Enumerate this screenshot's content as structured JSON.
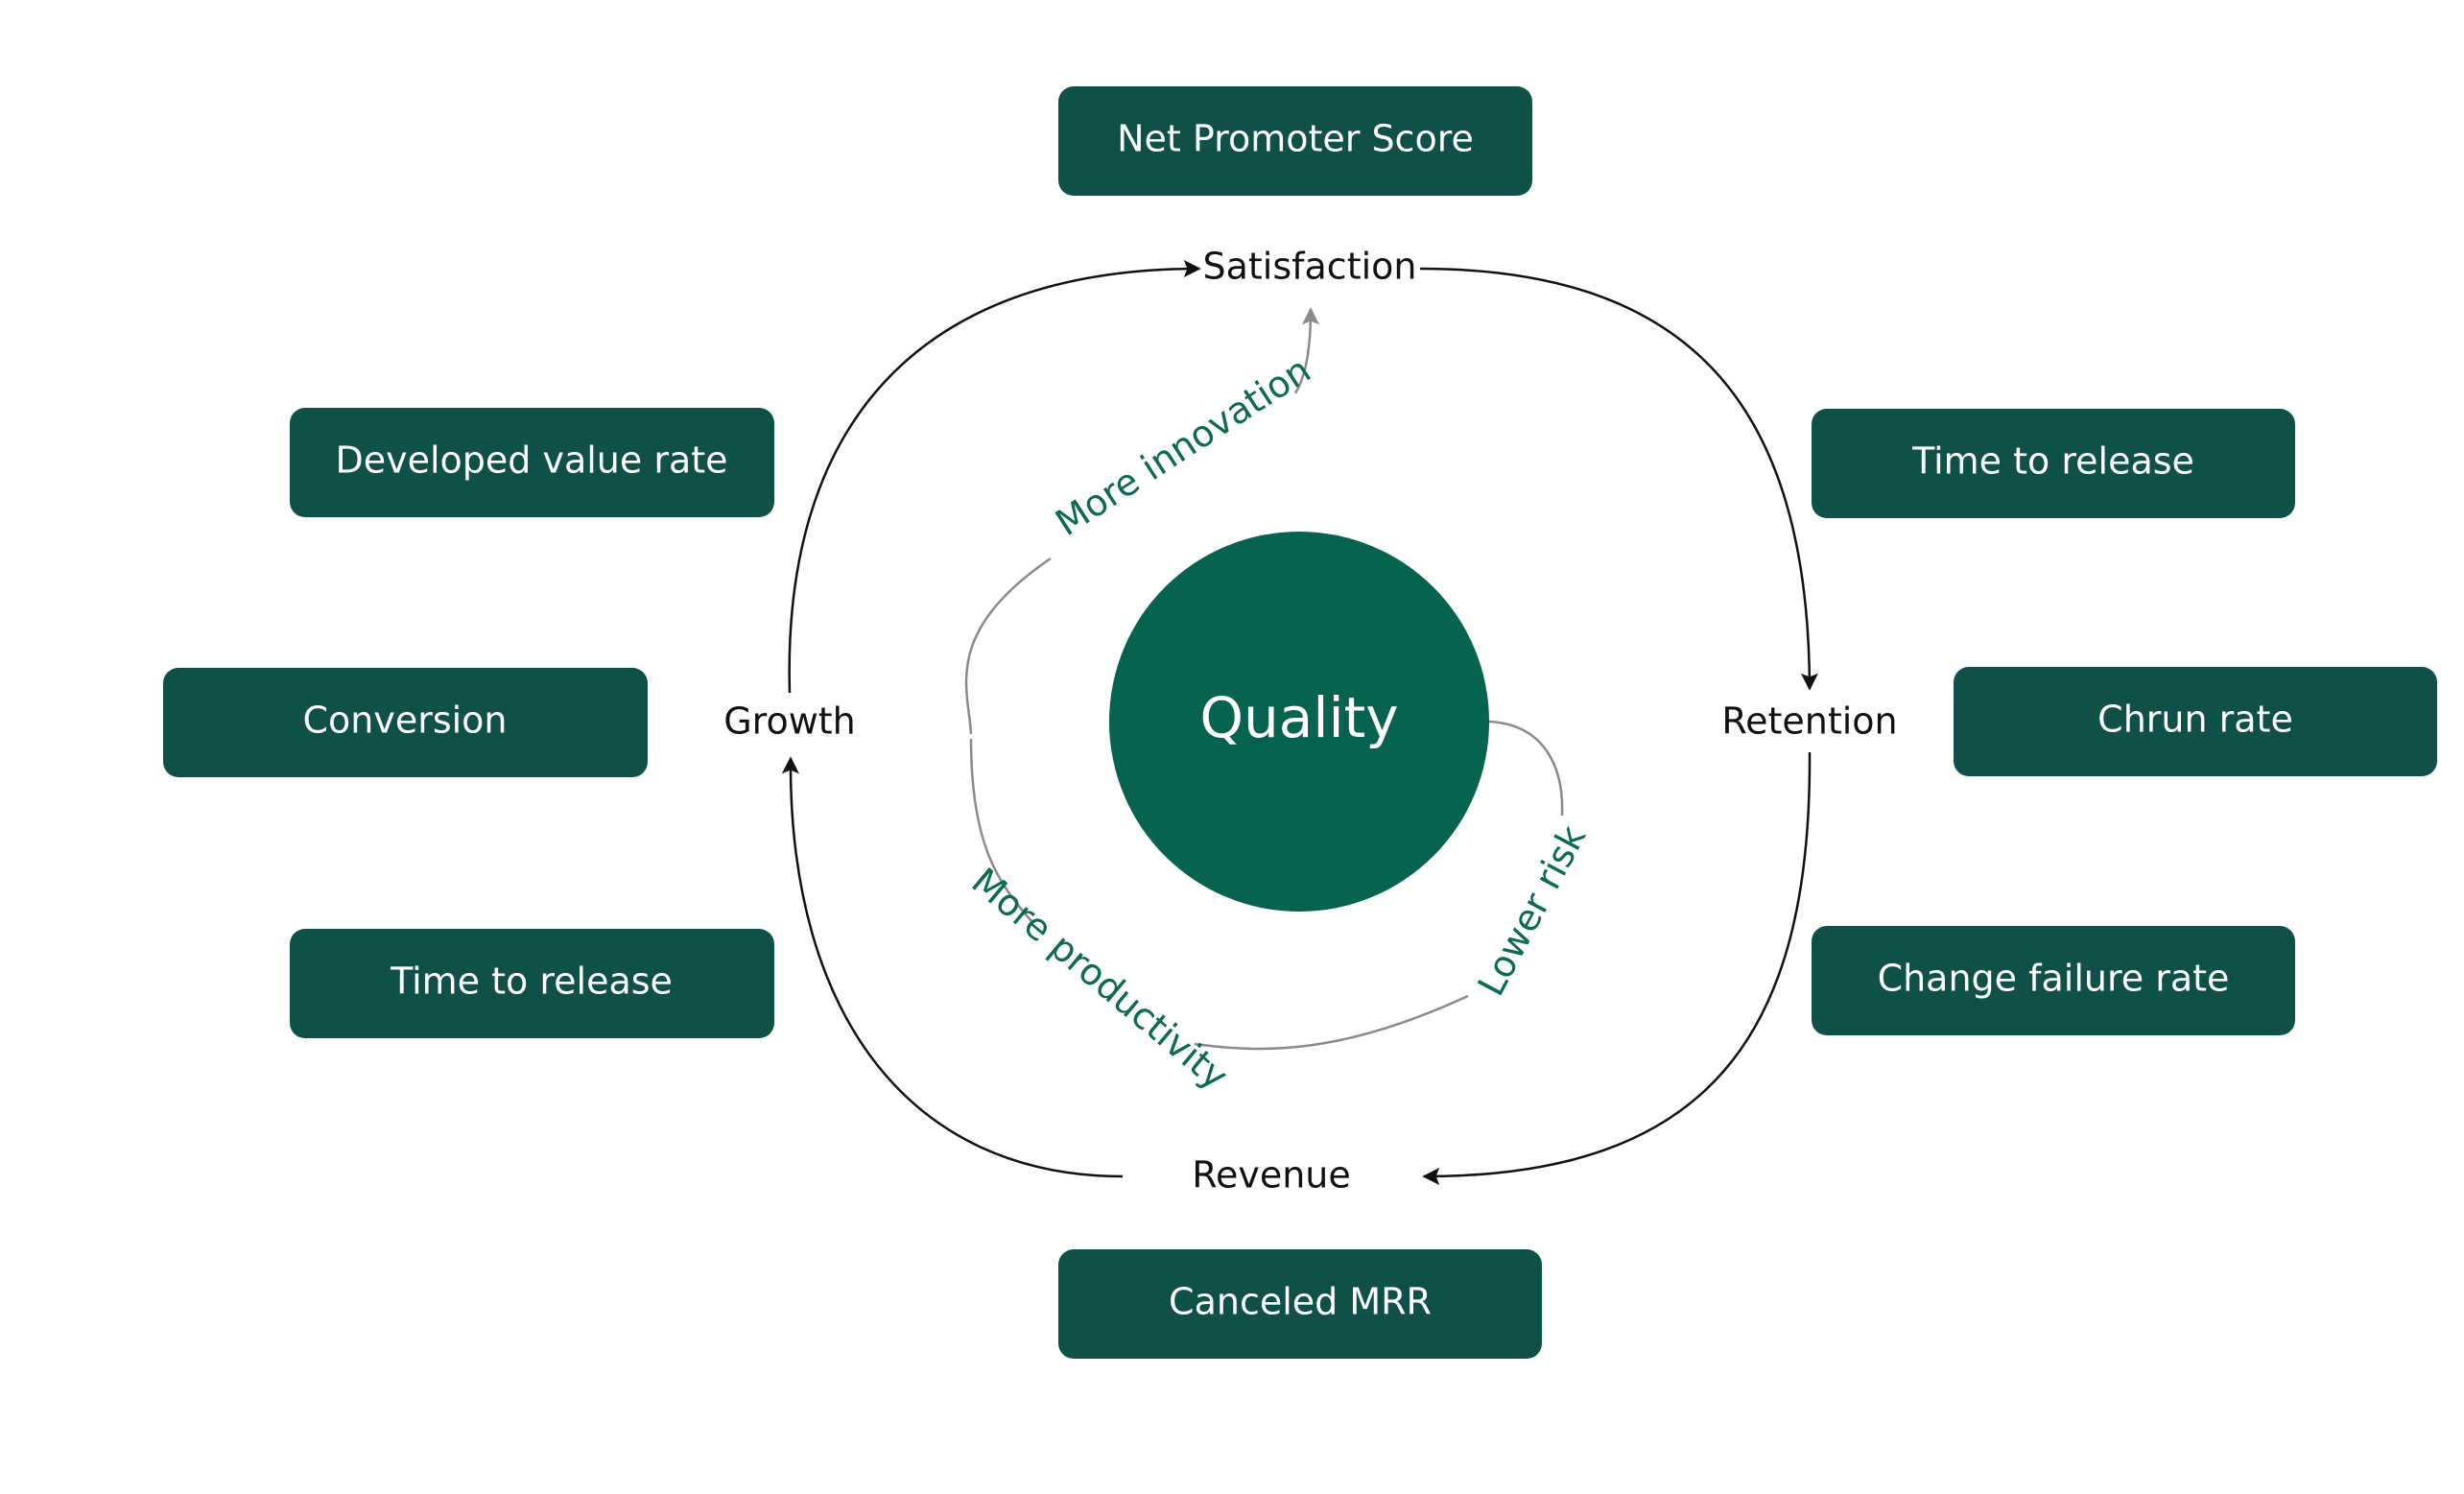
{
  "center": {
    "label": "Quality",
    "color": "#05634f"
  },
  "box_color": "#0f5149",
  "cycle": {
    "satisfaction": "Satisfaction",
    "retention": "Retention",
    "revenue": "Revenue",
    "growth": "Growth"
  },
  "inner": {
    "innovation": "More innovation",
    "risk": "Lower risk",
    "productivity": "More productivity"
  },
  "metrics": {
    "top": "Net Promoter Score",
    "right_top": "Time to release",
    "right_mid": "Chrun rate",
    "right_bottom": "Change failure rate",
    "bottom": "Canceled MRR",
    "left_top": "Developed value rate",
    "left_mid": "Conversion",
    "left_bottom": "Time to release"
  }
}
